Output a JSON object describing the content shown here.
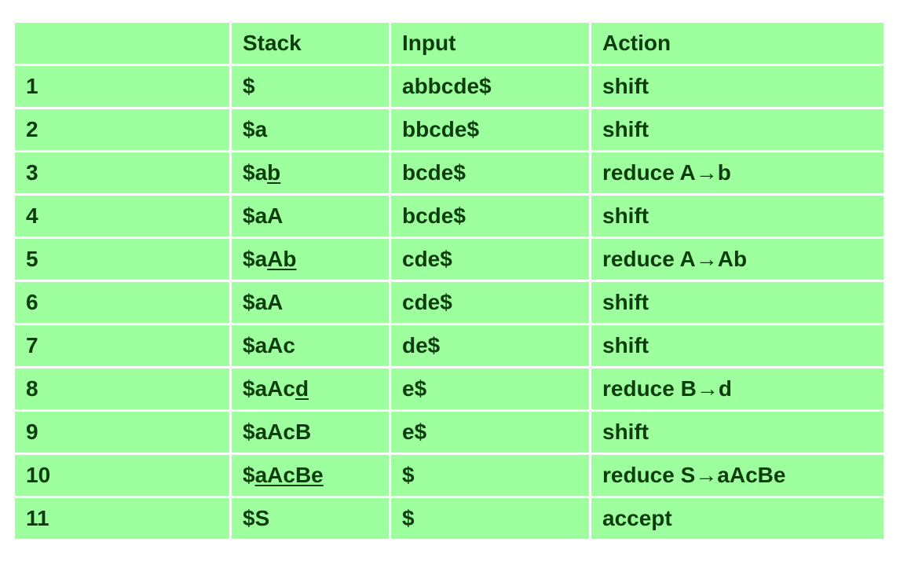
{
  "table": {
    "headers": [
      "",
      "Stack",
      "Input",
      "Action"
    ],
    "rows": [
      {
        "num": "1",
        "stack_prefix": "$",
        "stack_handle": "",
        "input": "abbcde$",
        "action": "shift"
      },
      {
        "num": "2",
        "stack_prefix": "$a",
        "stack_handle": "",
        "input": "bbcde$",
        "action": "shift"
      },
      {
        "num": "3",
        "stack_prefix": "$a",
        "stack_handle": "b",
        "input": "bcde$",
        "action": "reduce A→b"
      },
      {
        "num": "4",
        "stack_prefix": "$aA",
        "stack_handle": "",
        "input": "bcde$",
        "action": "shift"
      },
      {
        "num": "5",
        "stack_prefix": "$a",
        "stack_handle": "Ab",
        "input": "cde$",
        "action": "reduce A→Ab"
      },
      {
        "num": "6",
        "stack_prefix": "$aA",
        "stack_handle": "",
        "input": "cde$",
        "action": "shift"
      },
      {
        "num": "7",
        "stack_prefix": "$aAc",
        "stack_handle": "",
        "input": "de$",
        "action": "shift"
      },
      {
        "num": "8",
        "stack_prefix": "$aAc",
        "stack_handle": "d",
        "input": "e$",
        "action": "reduce B→d"
      },
      {
        "num": "9",
        "stack_prefix": "$aAcB",
        "stack_handle": "",
        "input": "e$",
        "action": "shift"
      },
      {
        "num": "10",
        "stack_prefix": "$",
        "stack_handle": "aAcBe",
        "input": "$",
        "action": "reduce S→aAcBe"
      },
      {
        "num": "11",
        "stack_prefix": "$S",
        "stack_handle": "",
        "input": "$",
        "action": "accept"
      }
    ]
  },
  "colors": {
    "cell_background": "#9eff9e",
    "text": "#0d3d0d",
    "grid_lines": "#ffffff"
  }
}
